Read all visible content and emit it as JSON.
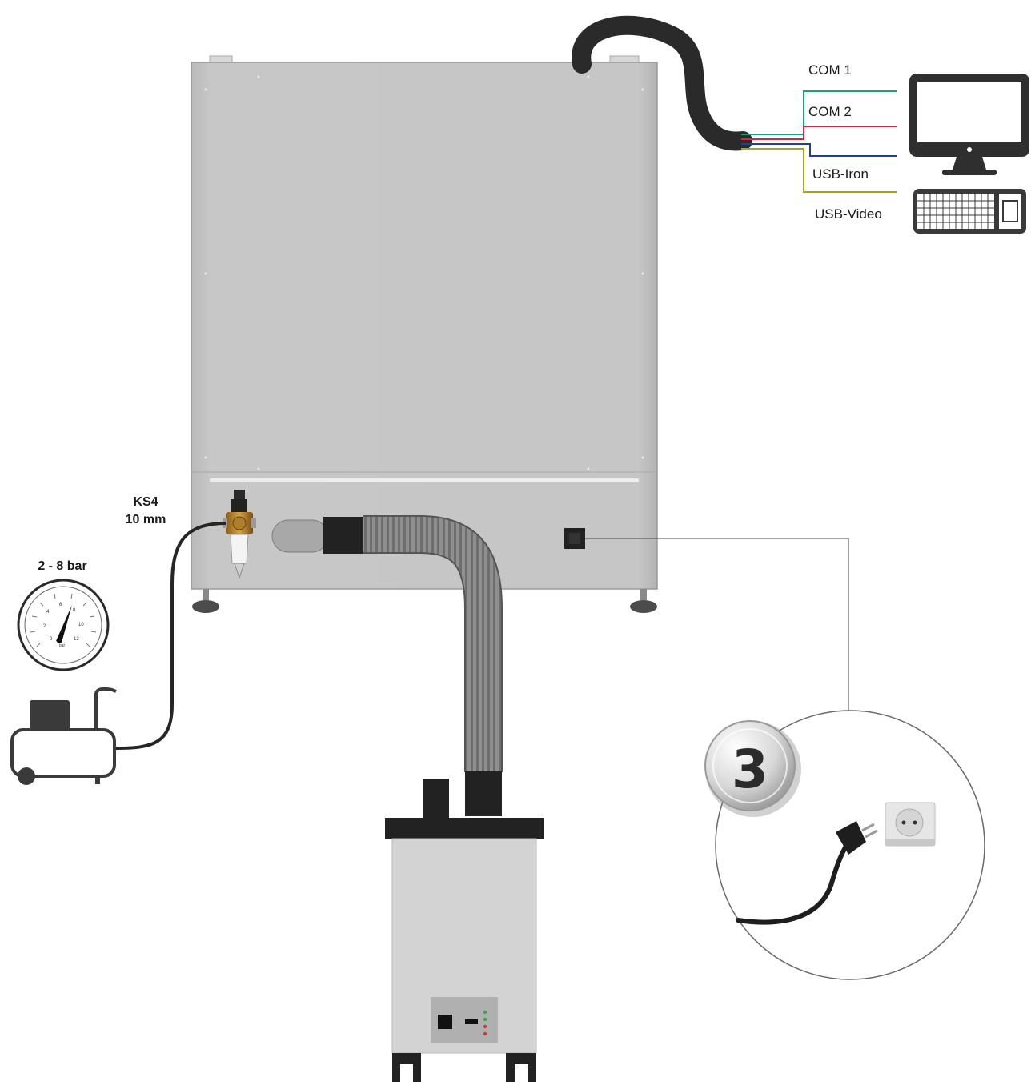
{
  "labels": {
    "com1": "COM 1",
    "com2": "COM 2",
    "usb_iron": "USB-Iron",
    "usb_video": "USB-Video",
    "connector_type": "KS4",
    "connector_size": "10 mm",
    "pressure_range": "2 - 8 bar",
    "step_number": "3"
  },
  "gauge": {
    "tick_labels": [
      "0",
      "2",
      "4",
      "6",
      "8",
      "10",
      "12"
    ],
    "unit": "bar"
  },
  "colors": {
    "cabinet": "#c4c4c4",
    "cable_com1": "#1aa37a",
    "cable_com2": "#d7263d",
    "cable_usb_iron": "#1f3f99",
    "cable_usb_video": "#a7a51b",
    "hose": "#2a2a2a",
    "led_green": "#3aa64a",
    "led_red": "#c83a3a"
  },
  "icons": [
    "monitor-icon",
    "keyboard-icon",
    "pressure-gauge-icon",
    "air-compressor-icon",
    "power-plug-icon",
    "wall-socket-icon",
    "fume-extractor-icon"
  ]
}
